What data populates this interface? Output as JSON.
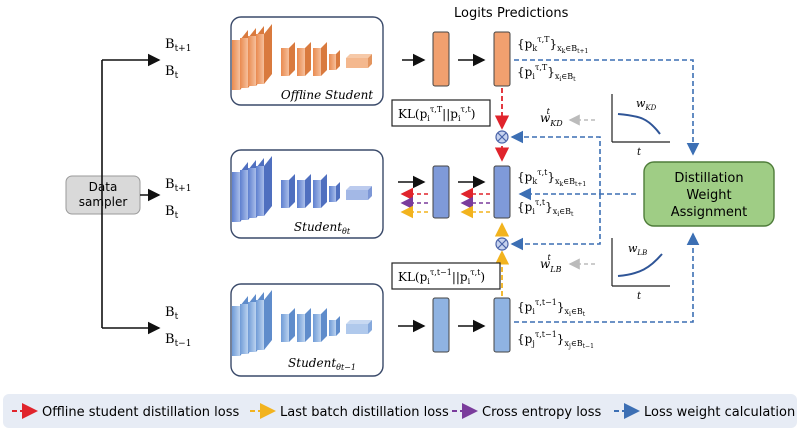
{
  "header": {
    "logits": "Logits",
    "predictions": "Predictions"
  },
  "data_sampler": {
    "line1": "Data",
    "line2": "sampler"
  },
  "batches": {
    "b_t1": "B",
    "b_t1_sub": "t+1",
    "b_t": "B",
    "b_t_sub": "t",
    "b_tm1": "B",
    "b_tm1_sub": "t−1"
  },
  "students": {
    "offline": "Offline Student",
    "current": "Student",
    "current_sub": "θt",
    "previous": "Student",
    "previous_sub": "θt−1"
  },
  "predictions": {
    "offline_k": "{pkτ,T}xk∈Bt+1",
    "offline_i": "{piτ,T}xi∈Bt",
    "current_k": "{pkτ,t}xk∈Bt+1",
    "current_i": "{piτ,t}xi∈Bt",
    "prev_i": "{piτ,t−1}xi∈Bt",
    "prev_j": "{pjτ,t−1}xj∈Bt−1"
  },
  "kl": {
    "top": "KL(piτ,T||piτ,t)",
    "bottom": "KL(piτ,t−1||piτ,t)"
  },
  "weights": {
    "kd": "w",
    "kd_sub": "KD",
    "kd_sup": "t",
    "lb": "w",
    "lb_sub": "LB",
    "lb_sup": "t",
    "axis_t": "t"
  },
  "dwa": {
    "line1": "Distillation",
    "line2": "Weight",
    "line3": "Assignment"
  },
  "legend": [
    {
      "label": "Offline student distillation loss",
      "color": "#e0242c"
    },
    {
      "label": "Last batch  distillation loss",
      "color": "#f2b31e"
    },
    {
      "label": "Cross entropy loss",
      "color": "#7a3c9c"
    },
    {
      "label": "Loss weight calculation",
      "color": "#3c6fb4"
    }
  ],
  "colors": {
    "offline_block": "#f1a06f",
    "current_block": "#7f9ad9",
    "prev_block": "#8fb3e2",
    "dwa_fill": "#9fcd85",
    "sampler_fill": "#d9d9d9",
    "red": "#e0242c",
    "yellow": "#f2b31e",
    "purple": "#7a3c9c",
    "blue": "#3c6fb4"
  }
}
